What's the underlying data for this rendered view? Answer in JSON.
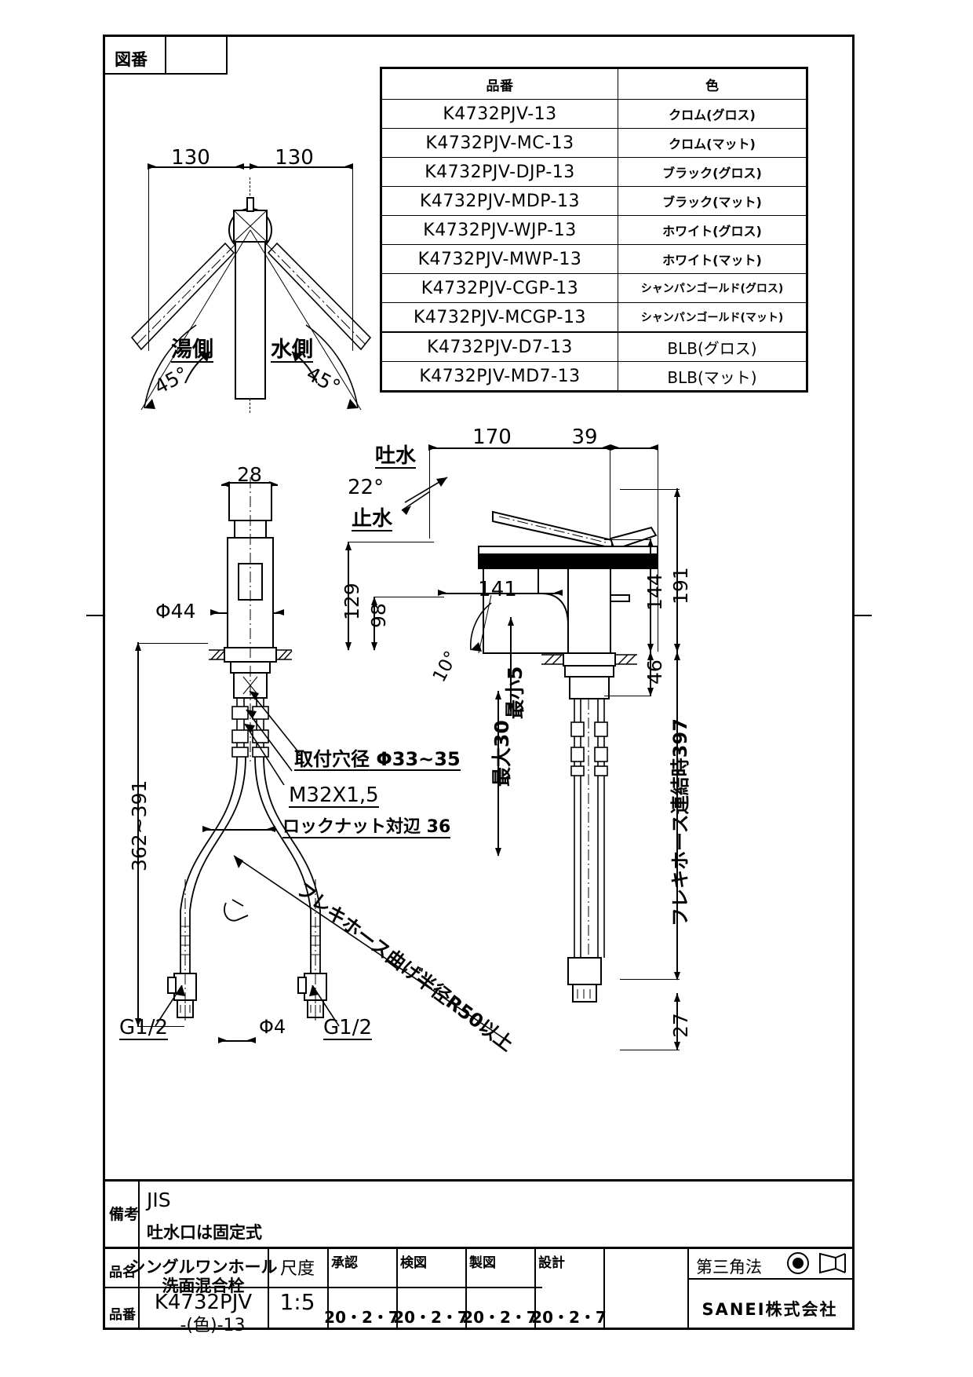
{
  "sheet": {
    "drawing_number_label": "図番",
    "drawing_number_value": ""
  },
  "parts_table": {
    "headers": [
      "品番",
      "色"
    ],
    "rows": [
      {
        "part_no": "K4732PJV-13",
        "color": "クロム(グロス)"
      },
      {
        "part_no": "K4732PJV-MC-13",
        "color": "クロム(マット)"
      },
      {
        "part_no": "K4732PJV-DJP-13",
        "color": "ブラック(グロス)"
      },
      {
        "part_no": "K4732PJV-MDP-13",
        "color": "ブラック(マット)"
      },
      {
        "part_no": "K4732PJV-WJP-13",
        "color": "ホワイト(グロス)"
      },
      {
        "part_no": "K4732PJV-MWP-13",
        "color": "ホワイト(マット)"
      },
      {
        "part_no": "K4732PJV-CGP-13",
        "color": "シャンパンゴールド(グロス)"
      },
      {
        "part_no": "K4732PJV-MCGP-13",
        "color": "シャンパンゴールド(マット)"
      },
      {
        "part_no": "K4732PJV-D7-13",
        "color": "BLB(グロス)"
      },
      {
        "part_no": "K4732PJV-MD7-13",
        "color": "BLB(マット)"
      }
    ]
  },
  "top_view": {
    "dim_left": "130",
    "dim_right": "130",
    "label_hot": "湯側",
    "label_cold": "水側",
    "angle_left": "45°",
    "angle_right": "45°"
  },
  "front_view": {
    "dim_width_28": "28",
    "dim_dia_44": "Φ44",
    "dim_total_362_391": "362~391",
    "note_hole_dia": "取付穴径  Φ33~35",
    "note_thread": "M32X1,5",
    "note_locknut": "ロックナット対辺  36",
    "note_hose_radius": "フレキホース曲げ半径R50以上",
    "dim_g12_left": "G1/2",
    "dim_g12_right": "G1/2",
    "dim_dia_4": "Φ4"
  },
  "side_view": {
    "dim_170": "170",
    "dim_39": "39",
    "dim_191": "191",
    "dim_144": "144",
    "dim_129": "129",
    "dim_98": "98",
    "dim_141": "141",
    "dim_46": "46",
    "dim_27": "27",
    "angle_22": "22°",
    "angle_10": "10°",
    "label_discharge": "吐水",
    "label_stop": "止水",
    "label_max30": "最大30",
    "label_min5": "最小5",
    "label_hose_length": "フレキホース連結時397"
  },
  "title_block": {
    "remarks_label": "備考",
    "remarks_line1": "JIS",
    "remarks_line2": "吐水口は固定式",
    "name_label": "品名",
    "name_line1": "シングルワンホール",
    "name_line2": "洗面混合栓",
    "partno_label": "品番",
    "partno_line1": "K4732PJV",
    "partno_line2": "-(色)-13",
    "scale_label": "尺度",
    "scale_value": "1:5",
    "approval_label": "承認",
    "approval_date": "20・2・7",
    "check_label": "検図",
    "check_date": "20・2・7",
    "draft_label": "製図",
    "draft_date": "20・2・7",
    "design_label": "設計",
    "design_date": "20・2・7",
    "projection_label": "第三角法",
    "company": "SANEI株式会社"
  },
  "colors": {
    "ink": "#000000",
    "paper": "#ffffff"
  }
}
